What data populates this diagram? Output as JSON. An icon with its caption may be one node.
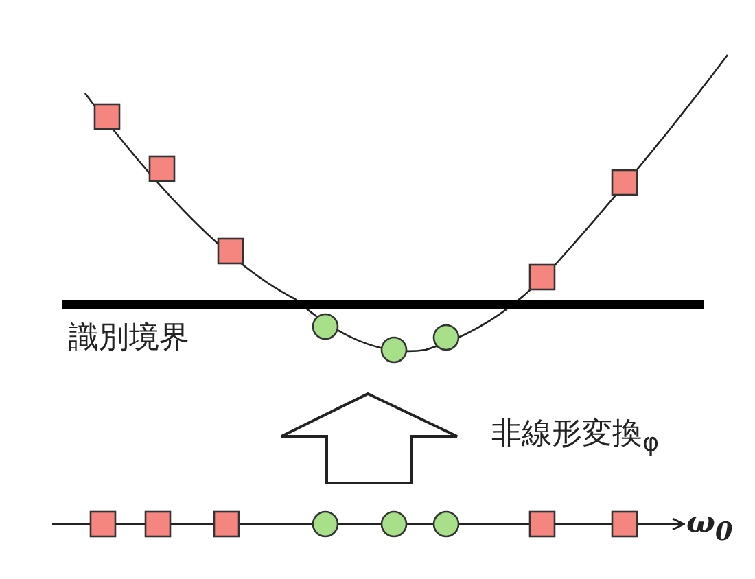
{
  "diagram": {
    "labels": [
      "識別境界",
      "非線形変換$_{φ}$",
      "ω$_{0}$"
    ]
  }
}
